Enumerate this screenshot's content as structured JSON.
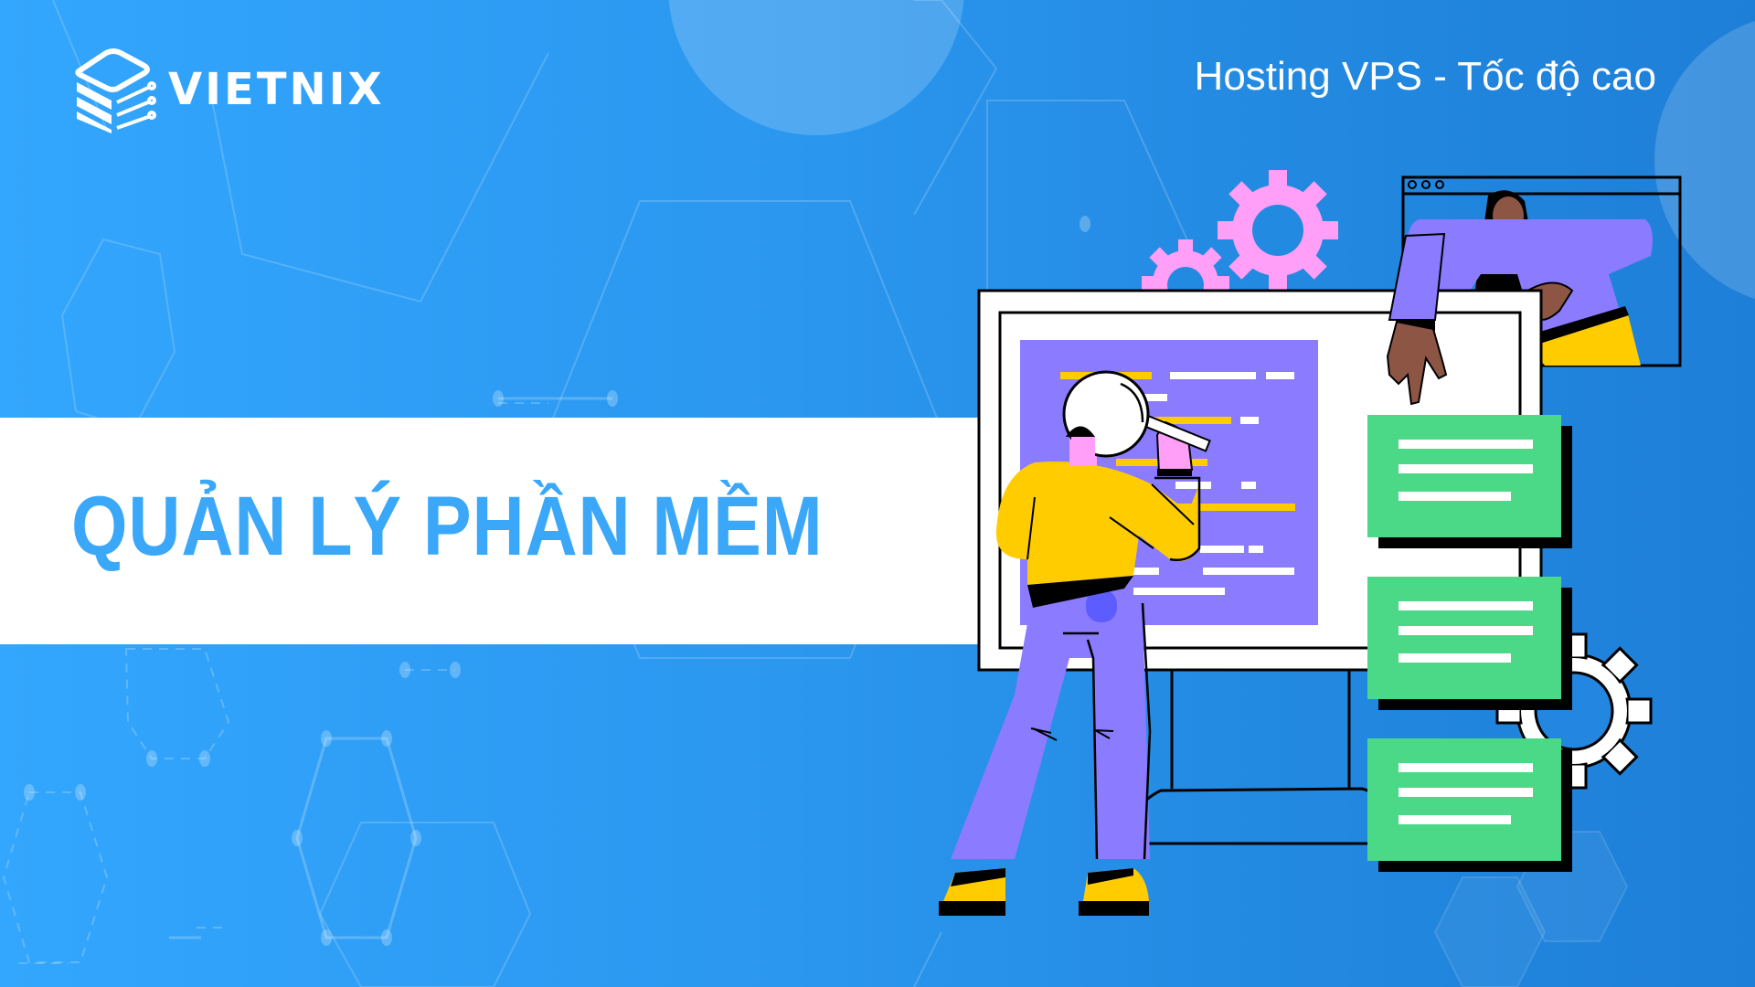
{
  "brand": {
    "name": "VIETNIX",
    "logo_icon": "stacked-server-circuit-icon"
  },
  "header": {
    "tagline": "Hosting VPS - Tốc độ cao"
  },
  "main": {
    "title": "QUẢN LÝ PHẦN MỀM"
  },
  "illustration": {
    "description": "Man in yellow shirt inspecting code on monitor with magnifying glass; woman in browser window pointing at green task cards; pink and white gears",
    "elements": [
      "monitor",
      "code-panel",
      "magnifying-glass",
      "browser-window",
      "task-card",
      "task-card",
      "task-card",
      "gear-icon",
      "gear-icon",
      "gear-icon"
    ]
  },
  "colors": {
    "background_start": "#33a6fd",
    "background_end": "#1e7fd8",
    "title_text": "#3aa7f8",
    "code_panel": "#8a7bff",
    "card_green": "#4cd987",
    "shirt_yellow": "#ffcc00",
    "gear_pink": "#ff9ff7",
    "skin_brown": "#8d5544",
    "skin_pink": "#ff9ff7"
  }
}
